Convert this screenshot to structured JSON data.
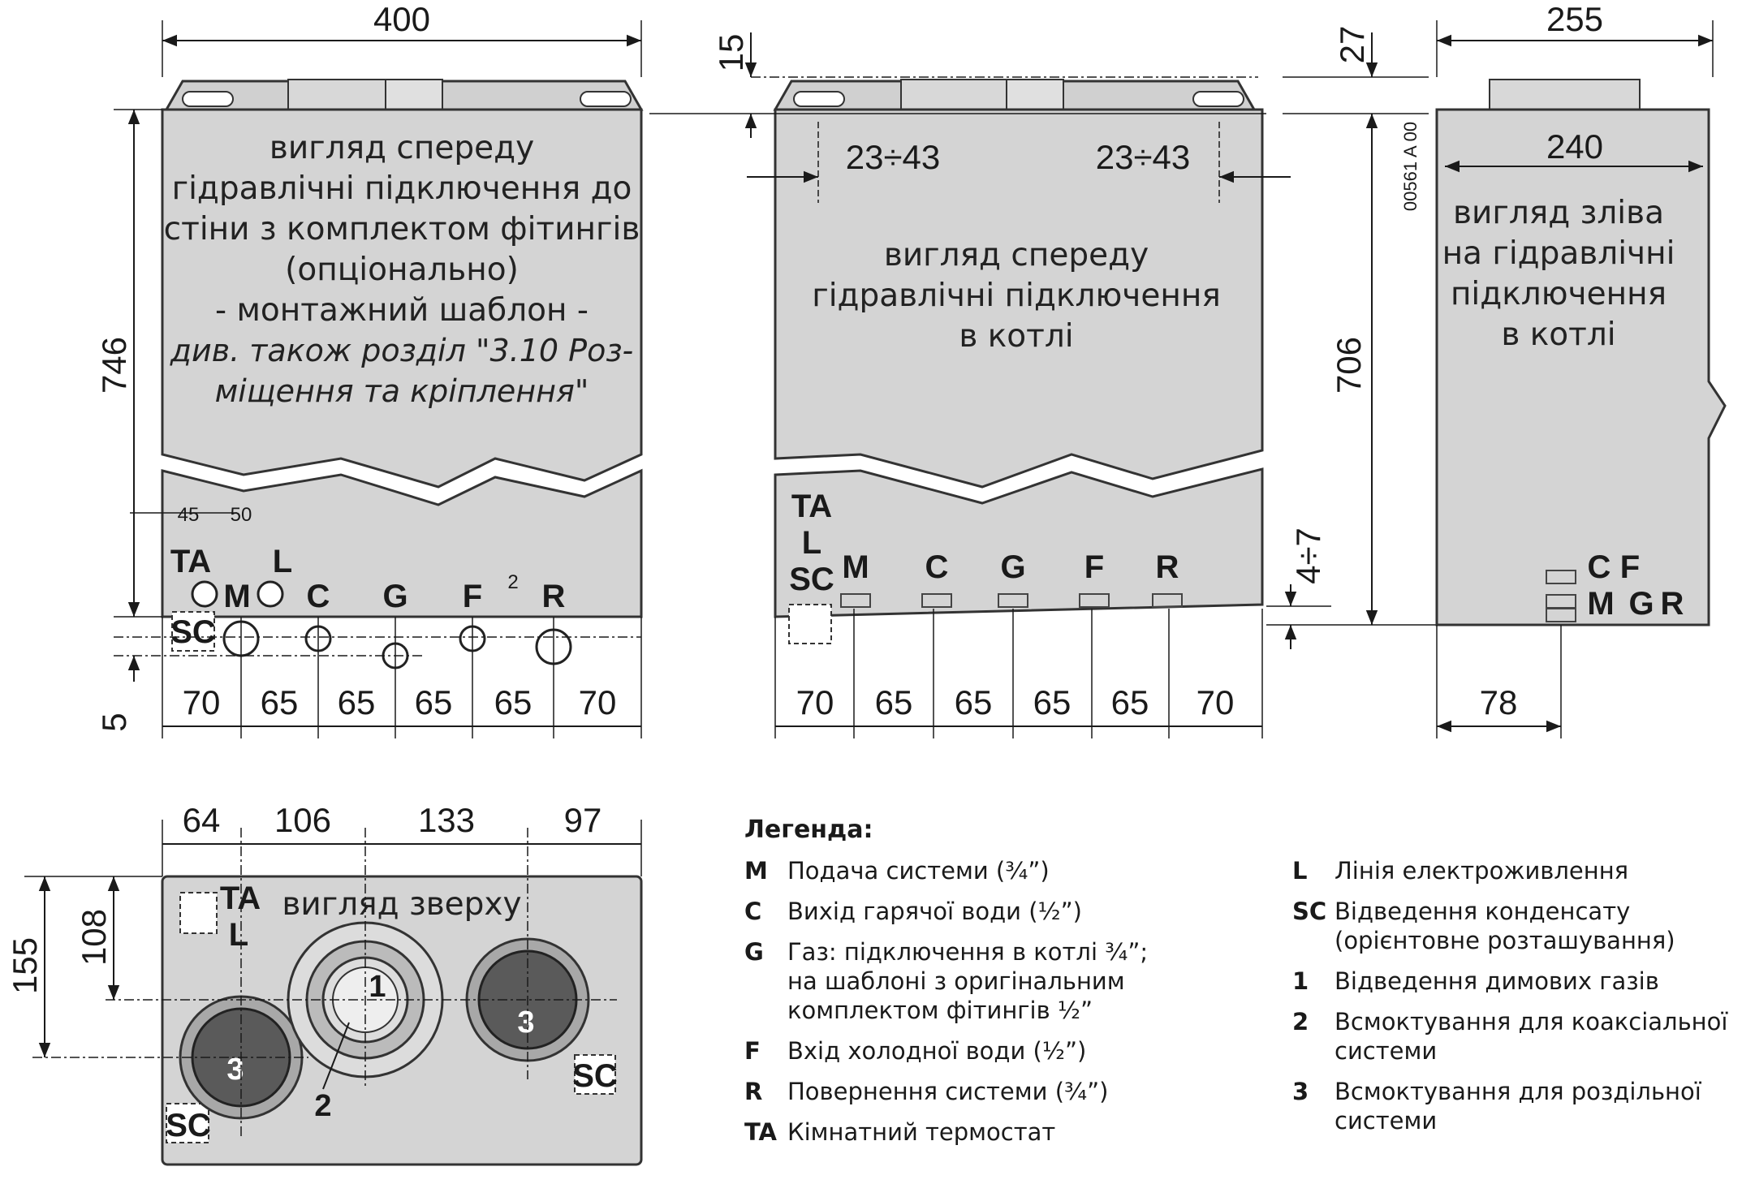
{
  "figure_code": "00561 A 00",
  "views": {
    "front_template": {
      "lines": [
        "вигляд спереду",
        "гідравлічні підключення до",
        "стіни з комплектом фітингів",
        "(опціонально)",
        "- монтажний шаблон -"
      ],
      "italic_lines": [
        "див. також розділ \"3.10 Роз-",
        "міщення та кріплення\""
      ]
    },
    "front_boiler": {
      "lines": [
        "вигляд спереду",
        "гідравлічні підключення",
        "в котлі"
      ]
    },
    "left": {
      "lines": [
        "вигляд зліва",
        "на гідравлічні",
        "підключення",
        "в котлі"
      ]
    },
    "top": {
      "lines": [
        "вигляд зверху"
      ]
    }
  },
  "dimensions": {
    "width_front": "400",
    "height_front": "746",
    "top_offset": "15",
    "gap_bottom": "5",
    "spacings_template": [
      "70",
      "65",
      "65",
      "65",
      "65",
      "70"
    ],
    "small_45": "45",
    "small_50": "50",
    "small_2": "2",
    "bracket_left": "23÷43",
    "bracket_right": "23÷43",
    "offset_27": "27",
    "height_boiler": "706",
    "offset_4_7": "4÷7",
    "spacings_boiler": [
      "70",
      "65",
      "65",
      "65",
      "65",
      "70"
    ],
    "depth_side": "255",
    "depth_inner": "240",
    "side_78": "78",
    "top_spacings": [
      "64",
      "106",
      "133",
      "97"
    ],
    "top_155": "155",
    "top_108": "108"
  },
  "connection_labels": {
    "TA": "TA",
    "L": "L",
    "M": "M",
    "C": "C",
    "G": "G",
    "F": "F",
    "R": "R",
    "SC": "SC",
    "one": "1",
    "two": "2",
    "three": "3"
  },
  "legend": {
    "title": "Легенда:",
    "left": [
      {
        "code": "M",
        "text": "Подача системи (¾”)"
      },
      {
        "code": "C",
        "text": "Вихід гарячої води (½”)"
      },
      {
        "code": "G",
        "text": "Газ: підключення в котлі ¾”; на шаблоні з оригінальним комплектом фітингів ½”"
      },
      {
        "code": "F",
        "text": "Вхід холодної води (½”)"
      },
      {
        "code": "R",
        "text": "Повернення системи (¾”)"
      },
      {
        "code": "TA",
        "text": "Кімнатний термостат"
      }
    ],
    "right": [
      {
        "code": "L",
        "text": "Лінія електроживлення"
      },
      {
        "code": "SC",
        "text": "Відведення конденсату (орієнтовне розташування)"
      },
      {
        "code": "1",
        "text": "Відведення димових газів"
      },
      {
        "code": "2",
        "text": "Всмоктування для коаксіальної системи"
      },
      {
        "code": "3",
        "text": "Всмоктування для роздільної системи"
      }
    ]
  }
}
